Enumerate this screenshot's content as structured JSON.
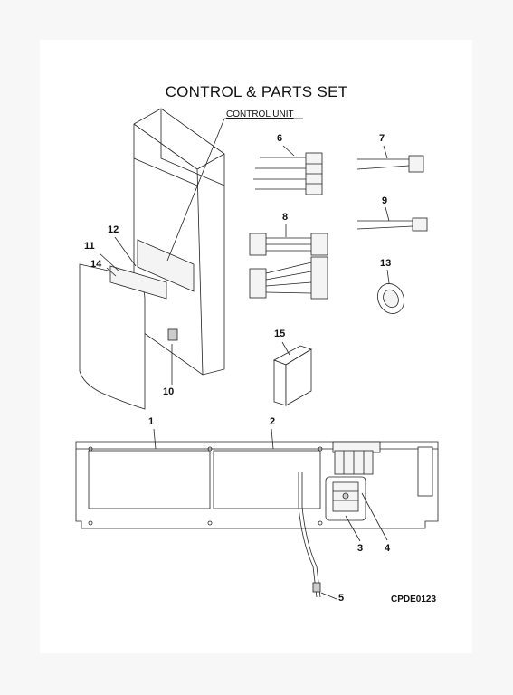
{
  "title": "CONTROL & PARTS SET",
  "control_unit_label": "CONTROL UNIT",
  "drawing_code": "CPDE0123",
  "callouts": {
    "c1": "1",
    "c2": "2",
    "c3": "3",
    "c4": "4",
    "c5": "5",
    "c6": "6",
    "c7": "7",
    "c8": "8",
    "c9": "9",
    "c10": "10",
    "c11": "11",
    "c12": "12",
    "c13": "13",
    "c14": "14",
    "c15": "15"
  }
}
